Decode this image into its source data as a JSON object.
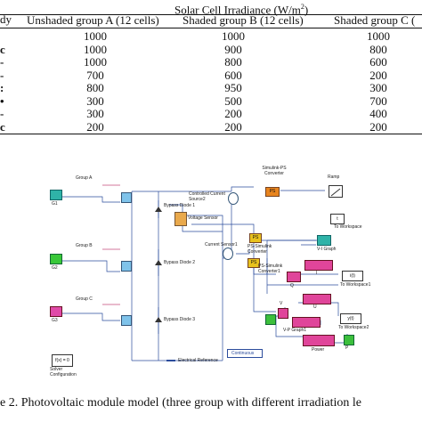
{
  "table": {
    "study_header": "dy",
    "irradiance_header": "Solar Cell Irradiance (W/m",
    "irradiance_sup": "2",
    "irradiance_close": ")",
    "columns": [
      "Unshaded group A (12 cells)",
      "Shaded group B (12 cells)",
      "Shaded group C ("
    ],
    "row_labels": [
      "",
      "c",
      "-",
      "-",
      ":",
      "•",
      "-",
      "c"
    ],
    "rows": [
      [
        "1000",
        "1000",
        "1000"
      ],
      [
        "1000",
        "900",
        "800"
      ],
      [
        "1000",
        "800",
        "600"
      ],
      [
        "700",
        "600",
        "200"
      ],
      [
        "800",
        "950",
        "300"
      ],
      [
        "300",
        "500",
        "700"
      ],
      [
        "300",
        "200",
        "400"
      ],
      [
        "200",
        "200",
        "200"
      ]
    ]
  },
  "diagram": {
    "group_a": "Group A",
    "group_b": "Group B",
    "group_c": "Group C",
    "g1": "G1",
    "g2": "G2",
    "g3": "G3",
    "bypass1": "Bypass Diode 1",
    "bypass2": "Bypass Diode 2",
    "bypass3": "Bypass Diode 3",
    "voltage_sensor": "Voltage Sensor",
    "current_sensor": "Current Sensor1",
    "controlled_current": "Controlled Current Source2",
    "simulink_ps": "Simulink-PS Converter",
    "ramp": "Ramp",
    "to_workspace": "To Workspace",
    "to_workspace1": "To Workspace1",
    "to_workspace2": "To Workspace2",
    "ps_simulink": "PS-Simulink Converter",
    "ps_simulink1": "PS-Simulink Converter1",
    "vi_graph": "V-I Graph",
    "vp_graph": "V-P Graph1",
    "i_label": "I",
    "u_label": "U",
    "v_label": "V",
    "p_label": "P",
    "q_label": "Q",
    "power_label": "Power",
    "electrical_reference": "Electrical Reference",
    "continuous": "Continuous",
    "solver_config": "Solver Configuration",
    "fx": "f(x) = 0",
    "ps": "PS",
    "t_label": "t",
    "i_ws": "i(t)",
    "y_ws": "y(t)"
  },
  "caption": "e 2. Photovoltaic module model (three group with different irradiation le"
}
